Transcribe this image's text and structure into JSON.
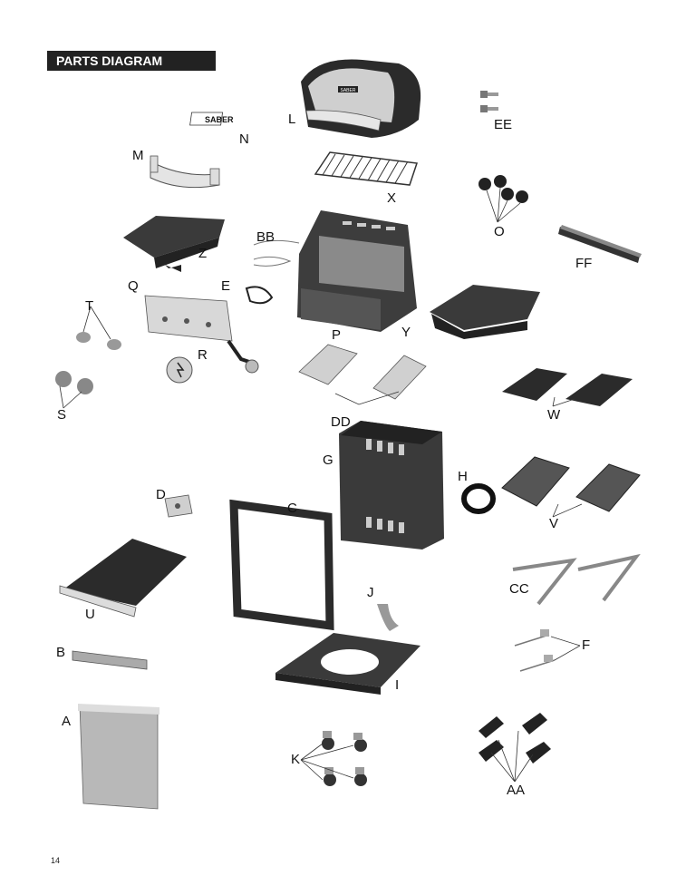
{
  "header": {
    "title": "PARTS DIAGRAM"
  },
  "page": {
    "number": "14"
  },
  "logo_text": "SABER",
  "labels": {
    "L": "L",
    "N": "N",
    "M": "M",
    "X": "X",
    "EE": "EE",
    "O": "O",
    "Z": "Z",
    "BB": "BB",
    "FF": "FF",
    "Q": "Q",
    "E": "E",
    "T": "T",
    "P": "P",
    "Y": "Y",
    "R": "R",
    "S": "S",
    "W": "W",
    "DD": "DD",
    "G": "G",
    "H": "H",
    "D": "D",
    "C": "C",
    "V": "V",
    "U": "U",
    "J": "J",
    "CC": "CC",
    "B": "B",
    "F": "F",
    "I": "I",
    "A": "A",
    "K": "K",
    "AA": "AA"
  },
  "colors": {
    "dark": "#2b2b2b",
    "mid": "#777777",
    "light": "#c9c9c9",
    "header_bg": "#222222"
  }
}
